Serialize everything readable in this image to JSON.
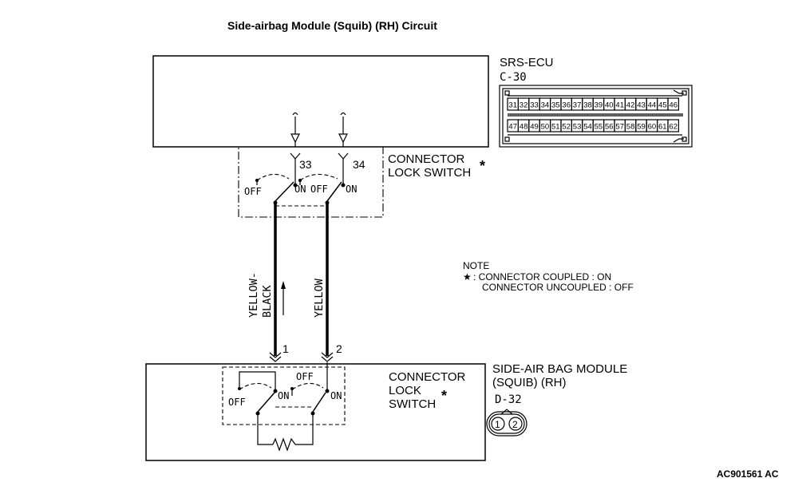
{
  "title": "Side-airbag Module (Squib) (RH) Circuit",
  "ecu": {
    "name": "SRS-ECU",
    "connector": "C-30",
    "pins_row1": [
      "31",
      "32",
      "33",
      "34",
      "35",
      "36",
      "37",
      "38",
      "39",
      "40",
      "41",
      "42",
      "43",
      "44",
      "45",
      "46"
    ],
    "pins_row2": [
      "47",
      "48",
      "49",
      "50",
      "51",
      "52",
      "53",
      "54",
      "55",
      "56",
      "57",
      "58",
      "59",
      "60",
      "61",
      "62"
    ],
    "pin_a": "33",
    "pin_b": "34"
  },
  "ecu_switch": {
    "label_line1": "CONNECTOR",
    "label_line2": "LOCK SWITCH",
    "star": "*",
    "off_left": "OFF",
    "on_left": "ON",
    "off_right": "OFF",
    "on_right": "ON"
  },
  "wires": {
    "left_color_line1": "YELLOW-",
    "left_color_line2": "BLACK",
    "right_color": "YELLOW"
  },
  "note": {
    "heading": "NOTE",
    "star": "★",
    "line1": ": CONNECTOR COUPLED : ON",
    "line2": "CONNECTOR UNCOUPLED : OFF"
  },
  "module": {
    "name_line1": "SIDE-AIR BAG MODULE",
    "name_line2": "(SQUIB) (RH)",
    "connector": "D-32",
    "pin_1": "1",
    "pin_2": "2",
    "switch_line1": "CONNECTOR",
    "switch_line2": "LOCK",
    "switch_line3": "SWITCH",
    "star": "*",
    "off_left": "OFF",
    "on_left": "ON",
    "off_right": "OFF",
    "on_right": "ON"
  },
  "code": "AC901561 AC"
}
